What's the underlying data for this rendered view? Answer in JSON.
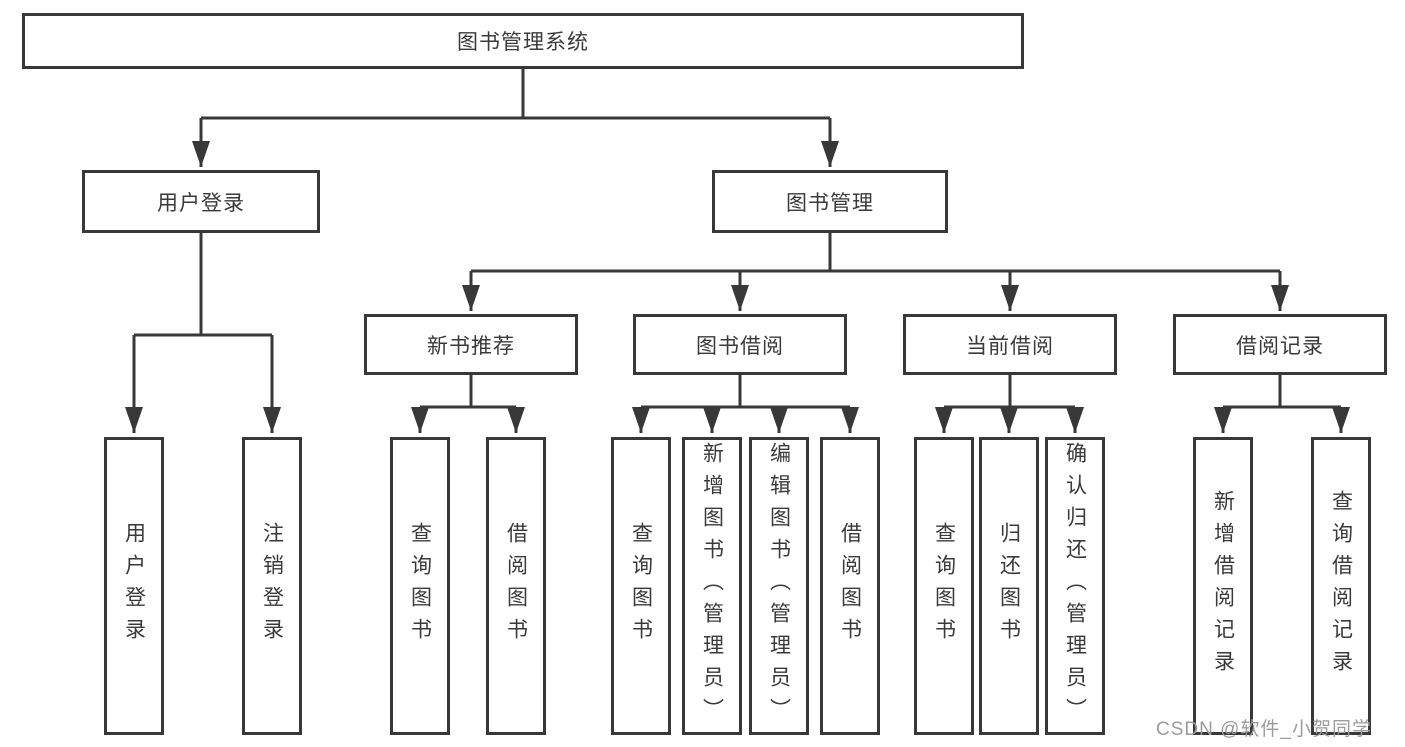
{
  "diagram": {
    "tree": {
      "label": "图书管理系统",
      "children": [
        {
          "label": "用户登录",
          "children": [
            {
              "label": "用户登录"
            },
            {
              "label": "注销登录"
            }
          ]
        },
        {
          "label": "图书管理",
          "children": [
            {
              "label": "新书推荐",
              "children": [
                {
                  "label": "查询图书"
                },
                {
                  "label": "借阅图书"
                }
              ]
            },
            {
              "label": "图书借阅",
              "children": [
                {
                  "label": "查询图书"
                },
                {
                  "label": "新增图书（管理员）"
                },
                {
                  "label": "编辑图书（管理员）"
                },
                {
                  "label": "借阅图书"
                }
              ]
            },
            {
              "label": "当前借阅",
              "children": [
                {
                  "label": "查询图书"
                },
                {
                  "label": "归还图书"
                },
                {
                  "label": "确认归还（管理员）"
                }
              ]
            },
            {
              "label": "借阅记录",
              "children": [
                {
                  "label": "新增借阅记录"
                },
                {
                  "label": "查询借阅记录"
                }
              ]
            }
          ]
        }
      ]
    },
    "colors": {
      "line": "#383838",
      "box_border": "#383838",
      "box_bg": "#ffffff",
      "text": "#3a3a3a"
    }
  },
  "watermark": {
    "text": "CSDN @软件_小贺同学",
    "color": "#9b9b9b"
  }
}
